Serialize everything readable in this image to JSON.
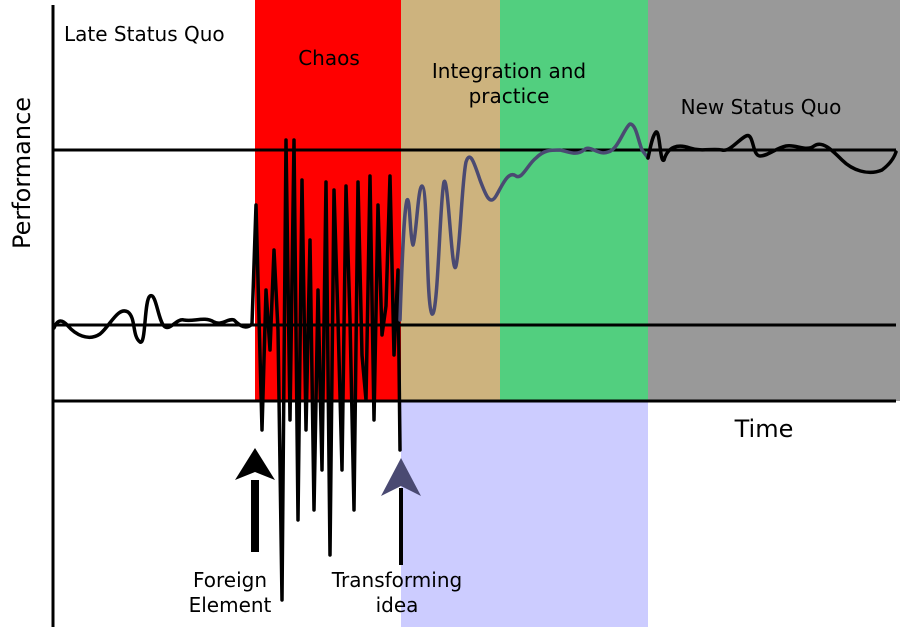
{
  "phases": {
    "late_status_quo": {
      "label": "Late Status Quo",
      "color": "#ffffff"
    },
    "chaos": {
      "label": "Chaos",
      "color": "#ff0000"
    },
    "integration": {
      "label_line1": "Integration and",
      "label_line2": "practice",
      "color": "#cdb37e"
    },
    "practice_band": {
      "color": "#52cf7f"
    },
    "new_status_quo": {
      "label": "New Status Quo",
      "color": "#999999"
    },
    "lower_band": {
      "color": "#ccccff"
    }
  },
  "axes": {
    "y_label": "Performance",
    "x_label": "Time"
  },
  "annotations": {
    "foreign_element": {
      "line1": "Foreign",
      "line2": "Element",
      "arrow_color": "#000000"
    },
    "transforming_idea": {
      "line1": "Transforming",
      "line2": "idea",
      "arrow_color": "#4a4a72"
    }
  },
  "curve_colors": {
    "before": "#000000",
    "after": "#4a4a72",
    "new": "#000000"
  }
}
